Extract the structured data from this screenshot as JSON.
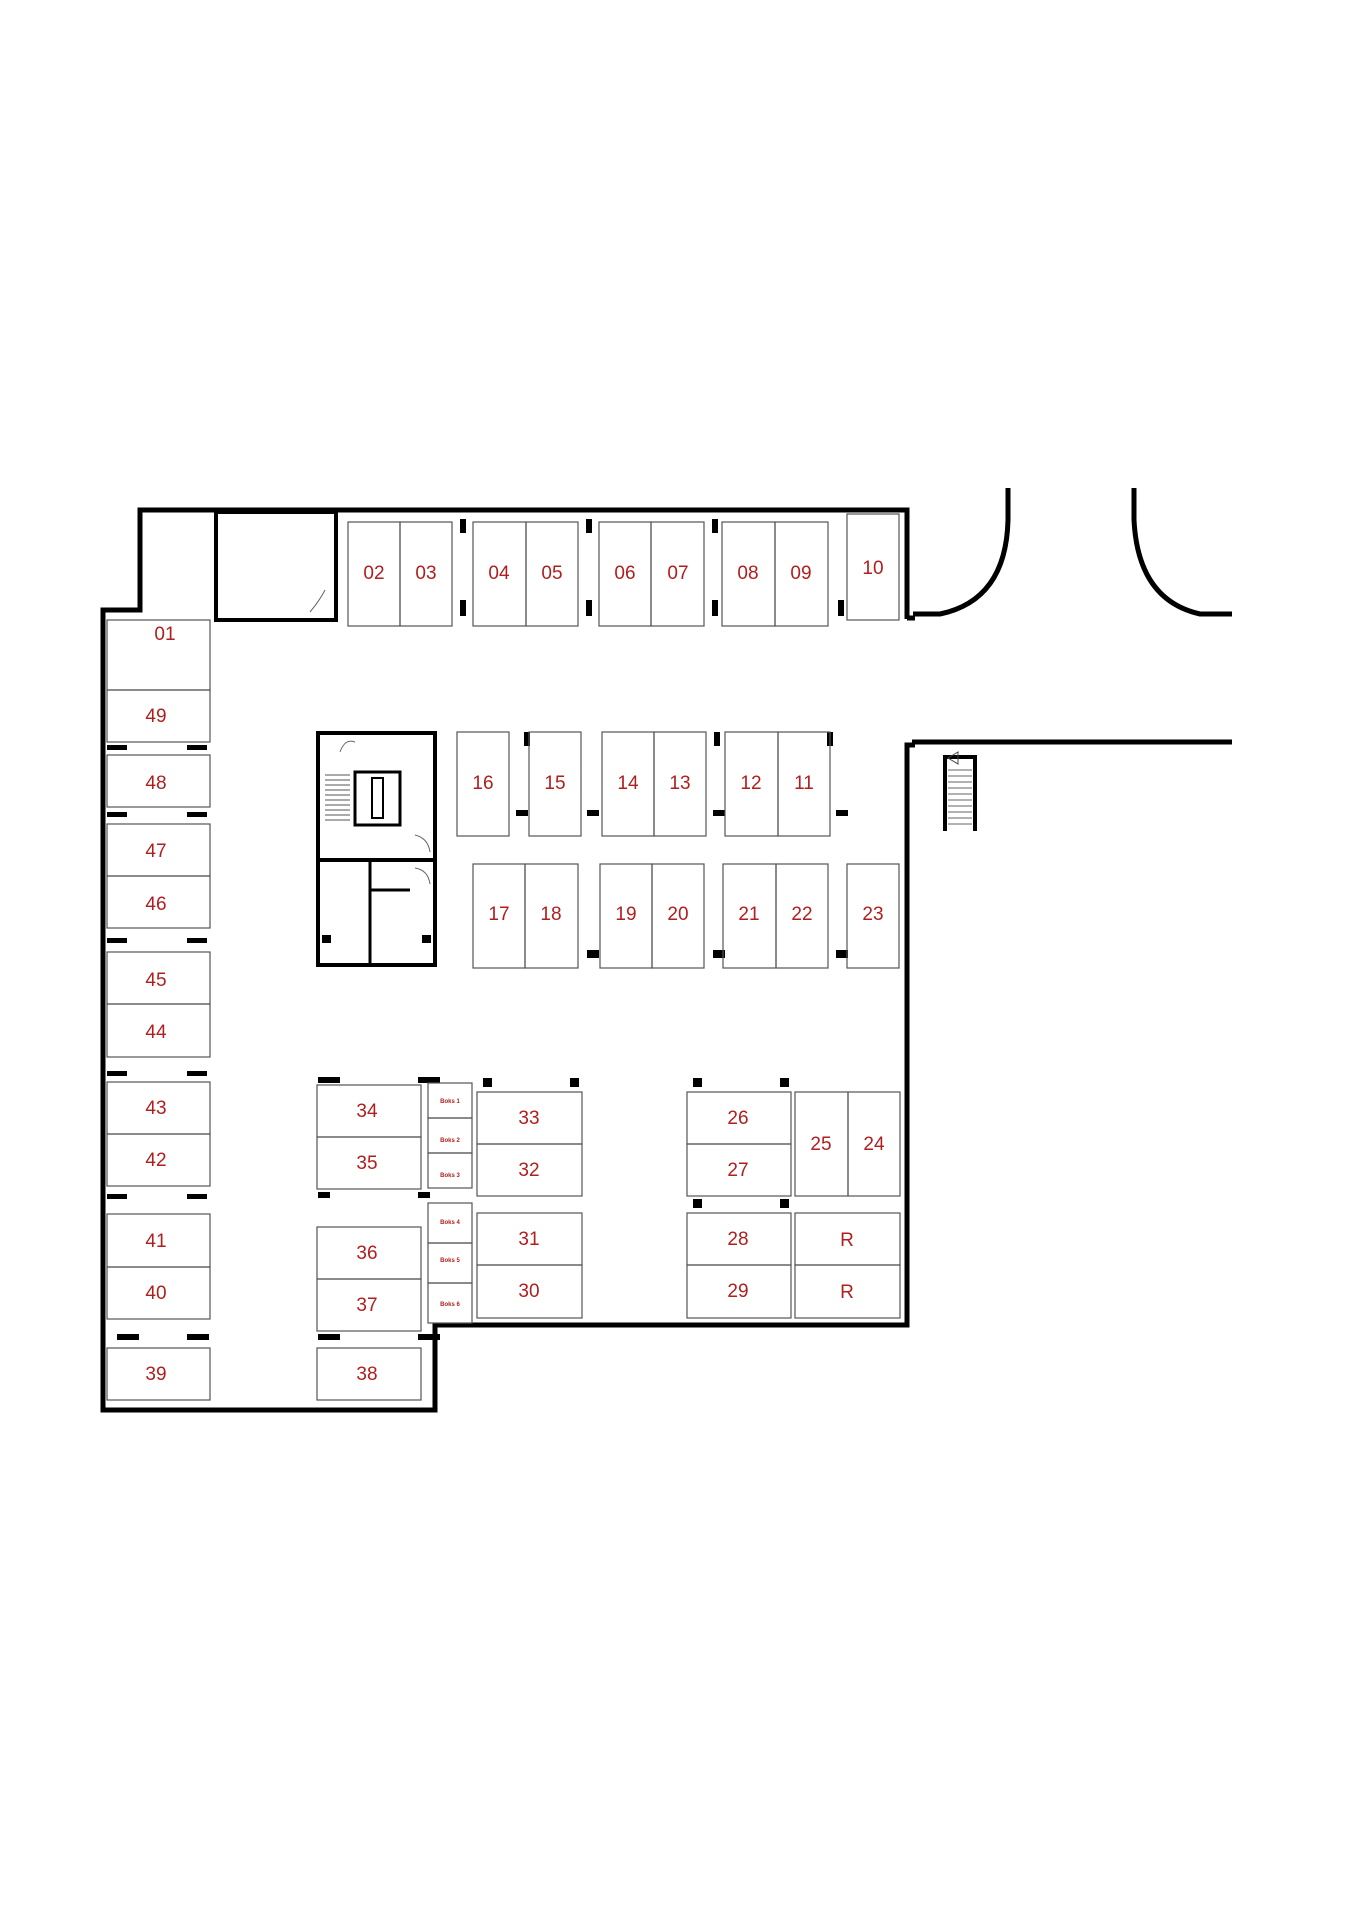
{
  "colors": {
    "label": "#b01e1e",
    "wall": "#000000",
    "space_line": "#555555",
    "background": "#ffffff"
  },
  "spaces": {
    "s01": "01",
    "s02": "02",
    "s03": "03",
    "s04": "04",
    "s05": "05",
    "s06": "06",
    "s07": "07",
    "s08": "08",
    "s09": "09",
    "s10": "10",
    "s11": "11",
    "s12": "12",
    "s13": "13",
    "s14": "14",
    "s15": "15",
    "s16": "16",
    "s17": "17",
    "s18": "18",
    "s19": "19",
    "s20": "20",
    "s21": "21",
    "s22": "22",
    "s23": "23",
    "s24": "24",
    "s25": "25",
    "s26": "26",
    "s27": "27",
    "s28": "28",
    "s29": "29",
    "s30": "30",
    "s31": "31",
    "s32": "32",
    "s33": "33",
    "s34": "34",
    "s35": "35",
    "s36": "36",
    "s37": "37",
    "s38": "38",
    "s39": "39",
    "s40": "40",
    "s41": "41",
    "s42": "42",
    "s43": "43",
    "s44": "44",
    "s45": "45",
    "s46": "46",
    "s47": "47",
    "s48": "48",
    "s49": "49",
    "r1": "R",
    "r2": "R"
  },
  "boxes": {
    "b1": "Boks 1",
    "b2": "Boks 2",
    "b3": "Boks 3",
    "b4": "Boks 4",
    "b5": "Boks 5",
    "b6": "Boks 6"
  }
}
